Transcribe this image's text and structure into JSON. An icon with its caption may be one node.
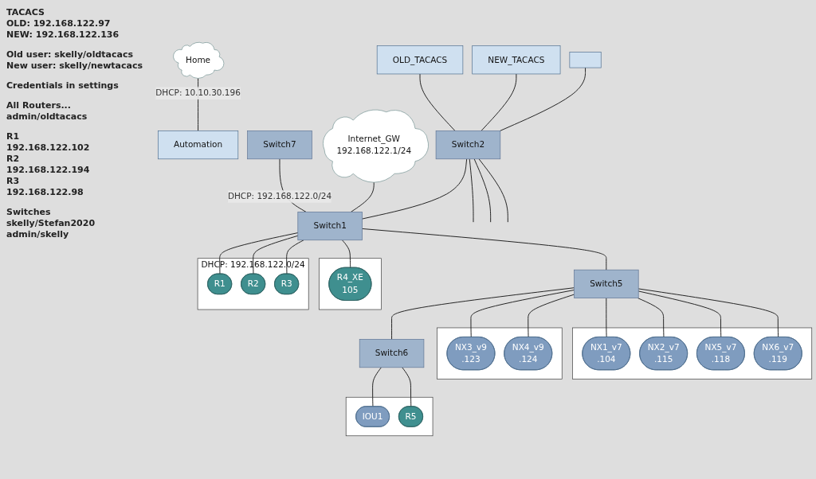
{
  "diagram": {
    "nodes": [
      {
        "text": [
          "Home"
        ]
      },
      {
        "text": [
          "Automation"
        ]
      },
      {
        "text": [
          "Switch7"
        ]
      },
      {
        "text": [
          "OLD_TACACS"
        ]
      },
      {
        "text": [
          "NEW_TACACS"
        ]
      },
      {
        "text": [
          "Internet_GW",
          "192.168.122.1/24"
        ]
      },
      {
        "text": [],
        "shape": "box"
      },
      {
        "text": [
          "Switch2"
        ]
      },
      {
        "text": [
          "Switch1"
        ]
      },
      {
        "text": [
          "DHCP: 192.168.122.0/24"
        ]
      },
      {
        "text": [
          "R1"
        ],
        "in": 9
      },
      {
        "text": [
          "R2"
        ],
        "in": 9
      },
      {
        "text": [
          "R3"
        ],
        "in": 9
      },
      {
        "text": [],
        "shape": "box"
      },
      {
        "text": [
          "R4_XE",
          "105"
        ],
        "in": 13
      },
      {
        "text": [
          "Switch5"
        ]
      },
      {
        "text": [
          "Switch6"
        ]
      },
      {
        "text": [],
        "shape": "box"
      },
      {
        "text": [
          "NX3_v9",
          ".123"
        ],
        "in": 17
      },
      {
        "text": [
          "NX4_v9",
          ".124"
        ],
        "in": 17
      },
      {
        "text": [],
        "shape": "box"
      },
      {
        "text": [
          "NX1_v7",
          ".104"
        ],
        "in": 20
      },
      {
        "text": [
          "NX2_v7",
          ".115"
        ],
        "in": 20
      },
      {
        "text": [
          "NX5_v7",
          ".118"
        ],
        "in": 20
      },
      {
        "text": [
          "NX6_v7",
          ".119"
        ],
        "in": 20
      },
      {
        "text": [],
        "shape": "box"
      },
      {
        "text": [
          "IOU1"
        ],
        "in": 25
      },
      {
        "text": [
          "R5"
        ],
        "in": 25
      }
    ],
    "edges": [
      {
        "from": 0,
        "to": 1,
        "arrow": "none",
        "label": "DHCP: 10.10.30.196"
      },
      {
        "from": 2,
        "to": 8,
        "arrow": "none",
        "label": "DHCP: 192.168.122.0/24"
      },
      {
        "from": 3,
        "to": 7,
        "arrow": "none"
      },
      {
        "from": 4,
        "to": 7,
        "arrow": "none"
      },
      {
        "from": 6,
        "to": 7,
        "arrow": "none"
      },
      {
        "from": 7,
        "to": 8,
        "arrow": "none"
      },
      {
        "from": 5,
        "to": 8,
        "arrow": "none"
      },
      {
        "from": 8,
        "to": 10,
        "arrow": "none"
      },
      {
        "from": 8,
        "to": 11,
        "arrow": "none"
      },
      {
        "from": 8,
        "to": 12,
        "arrow": "none"
      },
      {
        "from": 8,
        "to": 14,
        "arrow": "none"
      },
      {
        "from": 8,
        "to": 15,
        "arrow": "none"
      },
      {
        "from": 15,
        "to": 16,
        "arrow": "none"
      },
      {
        "from": 15,
        "to": 18,
        "arrow": "none"
      },
      {
        "from": 15,
        "to": 19,
        "arrow": "none"
      },
      {
        "from": 15,
        "to": 21,
        "arrow": "none"
      },
      {
        "from": 15,
        "to": 22,
        "arrow": "none"
      },
      {
        "from": 15,
        "to": 23,
        "arrow": "none"
      },
      {
        "from": 15,
        "to": 24,
        "arrow": "none"
      },
      {
        "from": 16,
        "to": 26,
        "arrow": "none"
      },
      {
        "from": 16,
        "to": 27,
        "arrow": "none"
      },
      {
        "from": 7,
        "to": null,
        "arrow": "none"
      },
      {
        "from": 7,
        "to": null,
        "arrow": "none"
      },
      {
        "from": 7,
        "to": null,
        "arrow": "none"
      }
    ],
    "labels": [
      "TACACS",
      "OLD: 192.168.122.97",
      "NEW: 192.168.122.136",
      "Old user: skelly/oldtacacs",
      "New user: skelly/newtacacs",
      "Credentials in settings",
      "All Routers...",
      "admin/oldtacacs",
      "R1",
      "192.168.122.102",
      "R2",
      "192.168.122.194",
      "R3",
      "192.168.122.98",
      "Switches",
      "skelly/Stefan2020",
      "admin/skelly"
    ]
  }
}
